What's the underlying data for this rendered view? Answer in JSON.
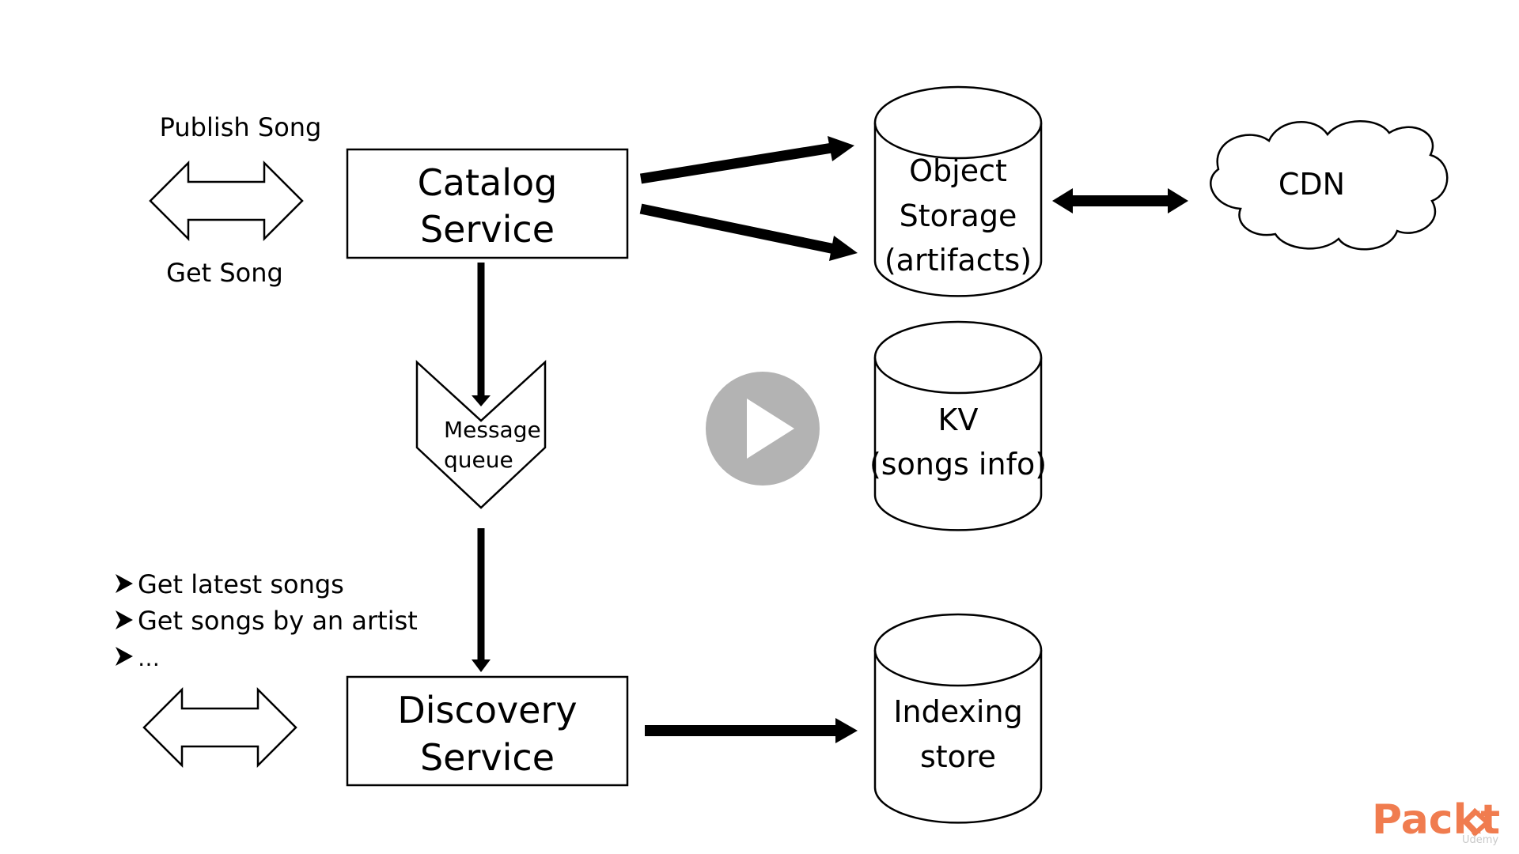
{
  "diagram": {
    "catalog_service": {
      "line1": "Catalog",
      "line2": "Service"
    },
    "discovery_service": {
      "line1": "Discovery",
      "line2": "Service"
    },
    "publish_song_label": "Publish Song",
    "get_song_label": "Get Song",
    "message_queue": {
      "line1": "Message",
      "line2": "queue"
    },
    "object_storage": {
      "line1": "Object",
      "line2": "Storage",
      "line3": "(artifacts)"
    },
    "kv_store": {
      "line1": "KV",
      "line2": "(songs info)"
    },
    "indexing_store": {
      "line1": "Indexing",
      "line2": "store"
    },
    "cdn_label": "CDN",
    "discovery_queries": [
      "Get latest songs",
      "Get songs by an artist",
      "…"
    ]
  },
  "player": {
    "play_icon": "play-icon"
  },
  "branding": {
    "logo_text": "Packt",
    "sub_logo_text": "Udemy",
    "logo_color": "#F07C4F"
  },
  "colors": {
    "play_circle": "#b3b3b3",
    "arrow": "#000000"
  }
}
